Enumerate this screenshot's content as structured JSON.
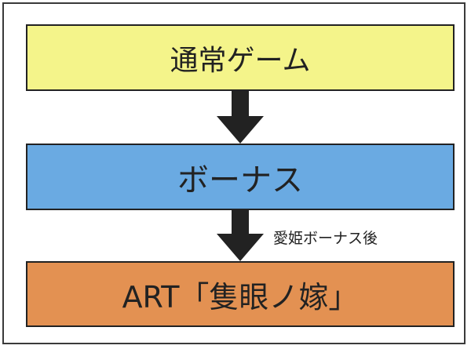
{
  "colors": {
    "normal_game": "#f4f48a",
    "bonus": "#6aaae2",
    "art": "#e39152",
    "arrow": "#222222"
  },
  "nodes": [
    {
      "label": "通常ゲーム"
    },
    {
      "label": "ボーナス"
    },
    {
      "label": "ART「隻眼ノ嫁」"
    }
  ],
  "edges": [
    {
      "label": ""
    },
    {
      "label": "愛姫ボーナス後"
    }
  ]
}
